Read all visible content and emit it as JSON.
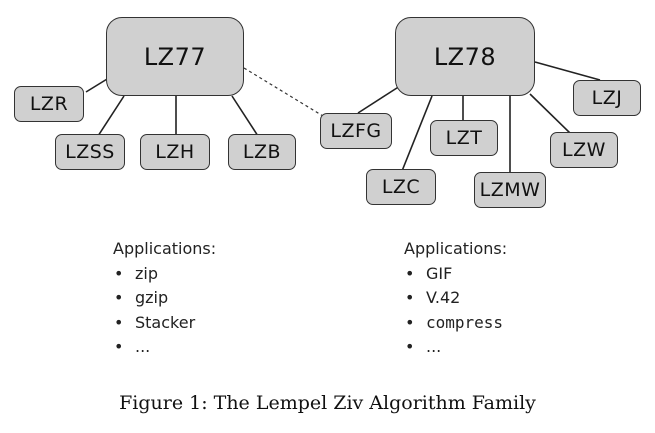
{
  "diagram": {
    "nodes": {
      "lz77": "LZ77",
      "lz78": "LZ78",
      "lzr": "LZR",
      "lzss": "LZSS",
      "lzh": "LZH",
      "lzb": "LZB",
      "lzfg": "LZFG",
      "lzc": "LZC",
      "lzt": "LZT",
      "lzmw": "LZMW",
      "lzw": "LZW",
      "lzj": "LZJ"
    }
  },
  "applications_left": {
    "heading": "Applications:",
    "items": [
      "zip",
      "gzip",
      "Stacker",
      "..."
    ]
  },
  "applications_right": {
    "heading": "Applications:",
    "items": [
      "GIF",
      "V.42",
      "compress",
      "..."
    ]
  },
  "caption": "Figure 1: The Lempel Ziv Algorithm Family"
}
